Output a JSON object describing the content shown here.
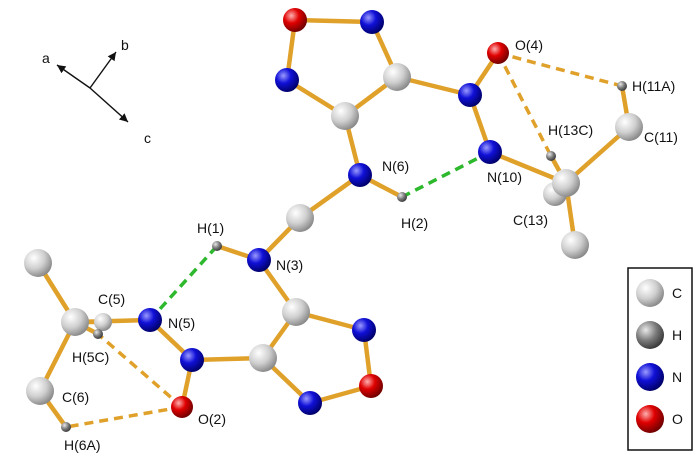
{
  "axes": {
    "a": "a",
    "b": "b",
    "c": "c"
  },
  "atom_labels": [
    {
      "id": "O4",
      "text": "O(4)"
    },
    {
      "id": "H11A",
      "text": "H(11A)"
    },
    {
      "id": "H13C",
      "text": "H(13C)"
    },
    {
      "id": "C11",
      "text": "C(11)"
    },
    {
      "id": "N6",
      "text": "N(6)"
    },
    {
      "id": "N10",
      "text": "N(10)"
    },
    {
      "id": "H2",
      "text": "H(2)"
    },
    {
      "id": "C13",
      "text": "C(13)"
    },
    {
      "id": "H1",
      "text": "H(1)"
    },
    {
      "id": "N3",
      "text": "N(3)"
    },
    {
      "id": "C5",
      "text": "C(5)"
    },
    {
      "id": "N5",
      "text": "N(5)"
    },
    {
      "id": "H5C",
      "text": "H(5C)"
    },
    {
      "id": "C6",
      "text": "C(6)"
    },
    {
      "id": "O2",
      "text": "O(2)"
    },
    {
      "id": "H6A",
      "text": "H(6A)"
    }
  ],
  "legend": [
    {
      "element": "C",
      "label": "C",
      "color": "#c8c8c8"
    },
    {
      "element": "H",
      "label": "H",
      "color": "#7a7a7a"
    },
    {
      "element": "N",
      "label": "N",
      "color": "#1010d0"
    },
    {
      "element": "O",
      "label": "O",
      "color": "#e00000"
    }
  ],
  "colors": {
    "bond": "#e0a12a",
    "hbond_intra": "#2db82d",
    "hbond_contact": "#e0a12a"
  }
}
